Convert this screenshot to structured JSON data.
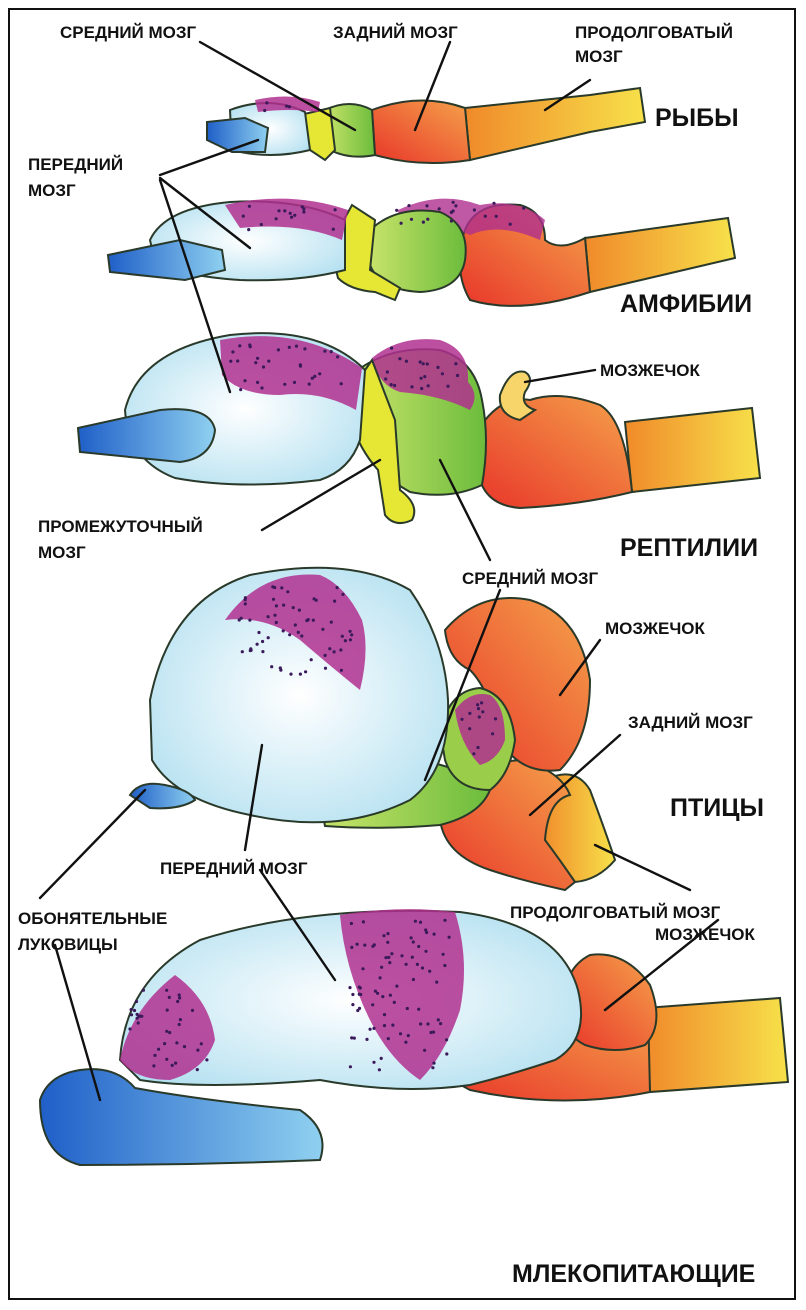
{
  "classes": {
    "fish": "РЫБЫ",
    "amphibians": "АМФИБИИ",
    "reptiles": "РЕПТИЛИИ",
    "birds": "ПТИЦЫ",
    "mammals": "МЛЕКОПИТАЮЩИЕ"
  },
  "labels": {
    "midbrain_top": "СРЕДНИЙ МОЗГ",
    "hindbrain_top": "ЗАДНИЙ МОЗГ",
    "medulla_top_1": "ПРОДОЛГОВАТЫЙ",
    "medulla_top_2": "МОЗГ",
    "forebrain_top_1": "ПЕРЕДНИЙ",
    "forebrain_top_2": "МОЗГ",
    "cerebellum_reptile": "МОЗЖЕЧОК",
    "diencephalon_1": "ПРОМЕЖУТОЧНЫЙ",
    "diencephalon_2": "МОЗГ",
    "midbrain_bird": "СРЕДНИЙ МОЗГ",
    "cerebellum_bird": "МОЗЖЕЧОК",
    "hindbrain_bird": "ЗАДНИЙ МОЗГ",
    "forebrain_bird": "ПЕРЕДНИЙ МОЗГ",
    "olfactory_1": "ОБОНЯТЕЛЬНЫЕ",
    "olfactory_2": "ЛУКОВИЦЫ",
    "medulla_bird": "ПРОДОЛГОВАТЫЙ МОЗГ",
    "cerebellum_mammal": "МОЗЖЕЧОК"
  },
  "colors": {
    "olfactory": "#2f6fd0",
    "forebrain": "#d9f0f4",
    "cortex": "#b0308f",
    "diencephalon": "#e6e635",
    "midbrain": "#9acd4a",
    "hindbrain": "#e8452c",
    "medulla": "#f3c23a",
    "cerebellum": "#f07a2a"
  }
}
